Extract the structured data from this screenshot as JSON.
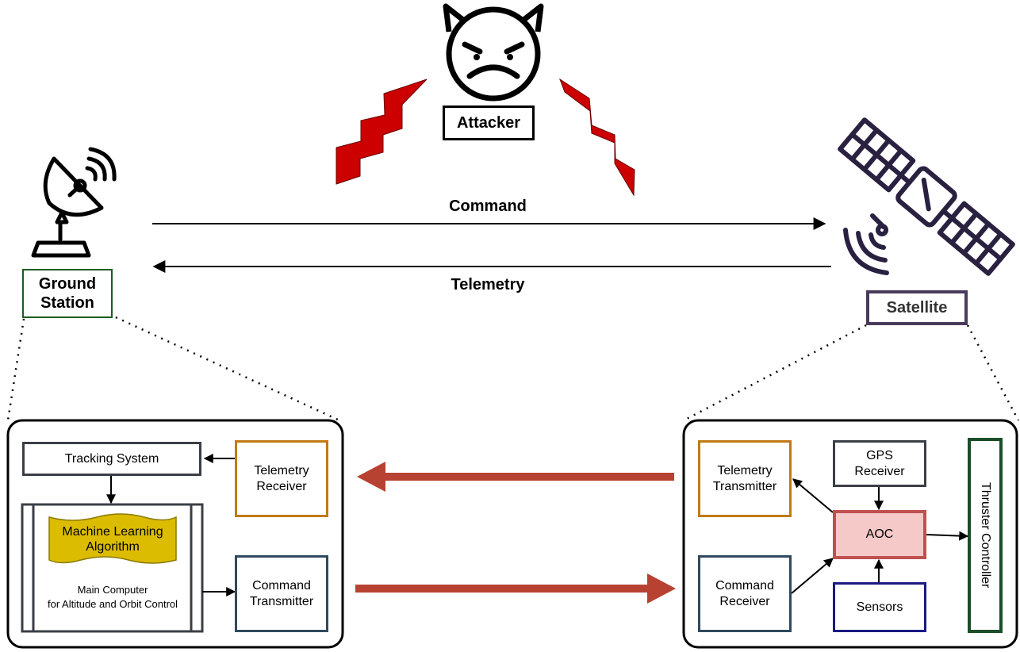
{
  "nodes": {
    "attacker": "Attacker",
    "ground_station": "Ground\nStation",
    "satellite": "Satellite"
  },
  "links": {
    "command": "Command",
    "telemetry": "Telemetry"
  },
  "ground_station_internals": {
    "tracking_system": "Tracking System",
    "telemetry_receiver": "Telemetry\nReceiver",
    "ml_algorithm": "Machine Learning\nAlgorithm",
    "main_computer": "Main Computer\nfor Altitude and Orbit Control",
    "command_transmitter": "Command\nTransmitter"
  },
  "satellite_internals": {
    "telemetry_transmitter": "Telemetry\nTransmitter",
    "gps_receiver": "GPS\nReceiver",
    "aoc": "AOC",
    "command_receiver": "Command\nReceiver",
    "sensors": "Sensors",
    "thruster_controller": "Thruster Controller"
  },
  "colors": {
    "attack_red": "#cc0000",
    "flow_arrow": "#b84232",
    "ground_station_border": "#1b5e20",
    "satellite_border": "#4a3a5c",
    "telemetry_box": "#c07a15",
    "command_box": "#2f4a5e",
    "gps_box": "#3a3f45",
    "aoc_fill": "#f6c9c9",
    "aoc_border": "#c05050",
    "sensors_box": "#1a1a80",
    "thruster_box": "#1b4d2a",
    "ml_fill": "#dcbc00"
  }
}
